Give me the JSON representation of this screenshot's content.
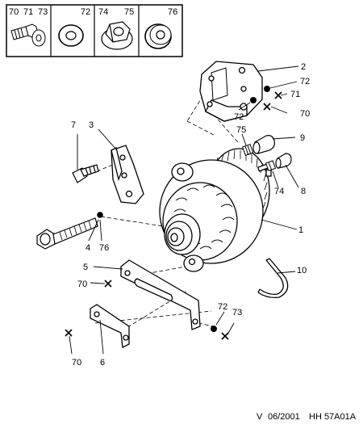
{
  "legend": [
    {
      "labels": [
        "70",
        "71",
        "73"
      ],
      "icon": "bolt-washer-icon"
    },
    {
      "labels": [
        "72"
      ],
      "icon": "flat-washer-icon"
    },
    {
      "labels": [
        "74",
        "75"
      ],
      "icon": "nut-icon"
    },
    {
      "labels": [
        "76"
      ],
      "icon": "spacer-washer-icon"
    }
  ],
  "callouts": {
    "c1": "1",
    "c2": "2",
    "c3": "3",
    "c4": "4",
    "c5": "5",
    "c6": "6",
    "c7": "7",
    "c8": "8",
    "c9": "9",
    "c10": "10",
    "c70a": "70",
    "c70b": "70",
    "c70c": "70",
    "c71": "71",
    "c72a": "72",
    "c72b": "72",
    "c72c": "72",
    "c73": "73",
    "c74": "74",
    "c75": "75",
    "c76": "76"
  },
  "footer": {
    "version": "V",
    "date": "06/2001",
    "reference": "HH 57A01A"
  }
}
